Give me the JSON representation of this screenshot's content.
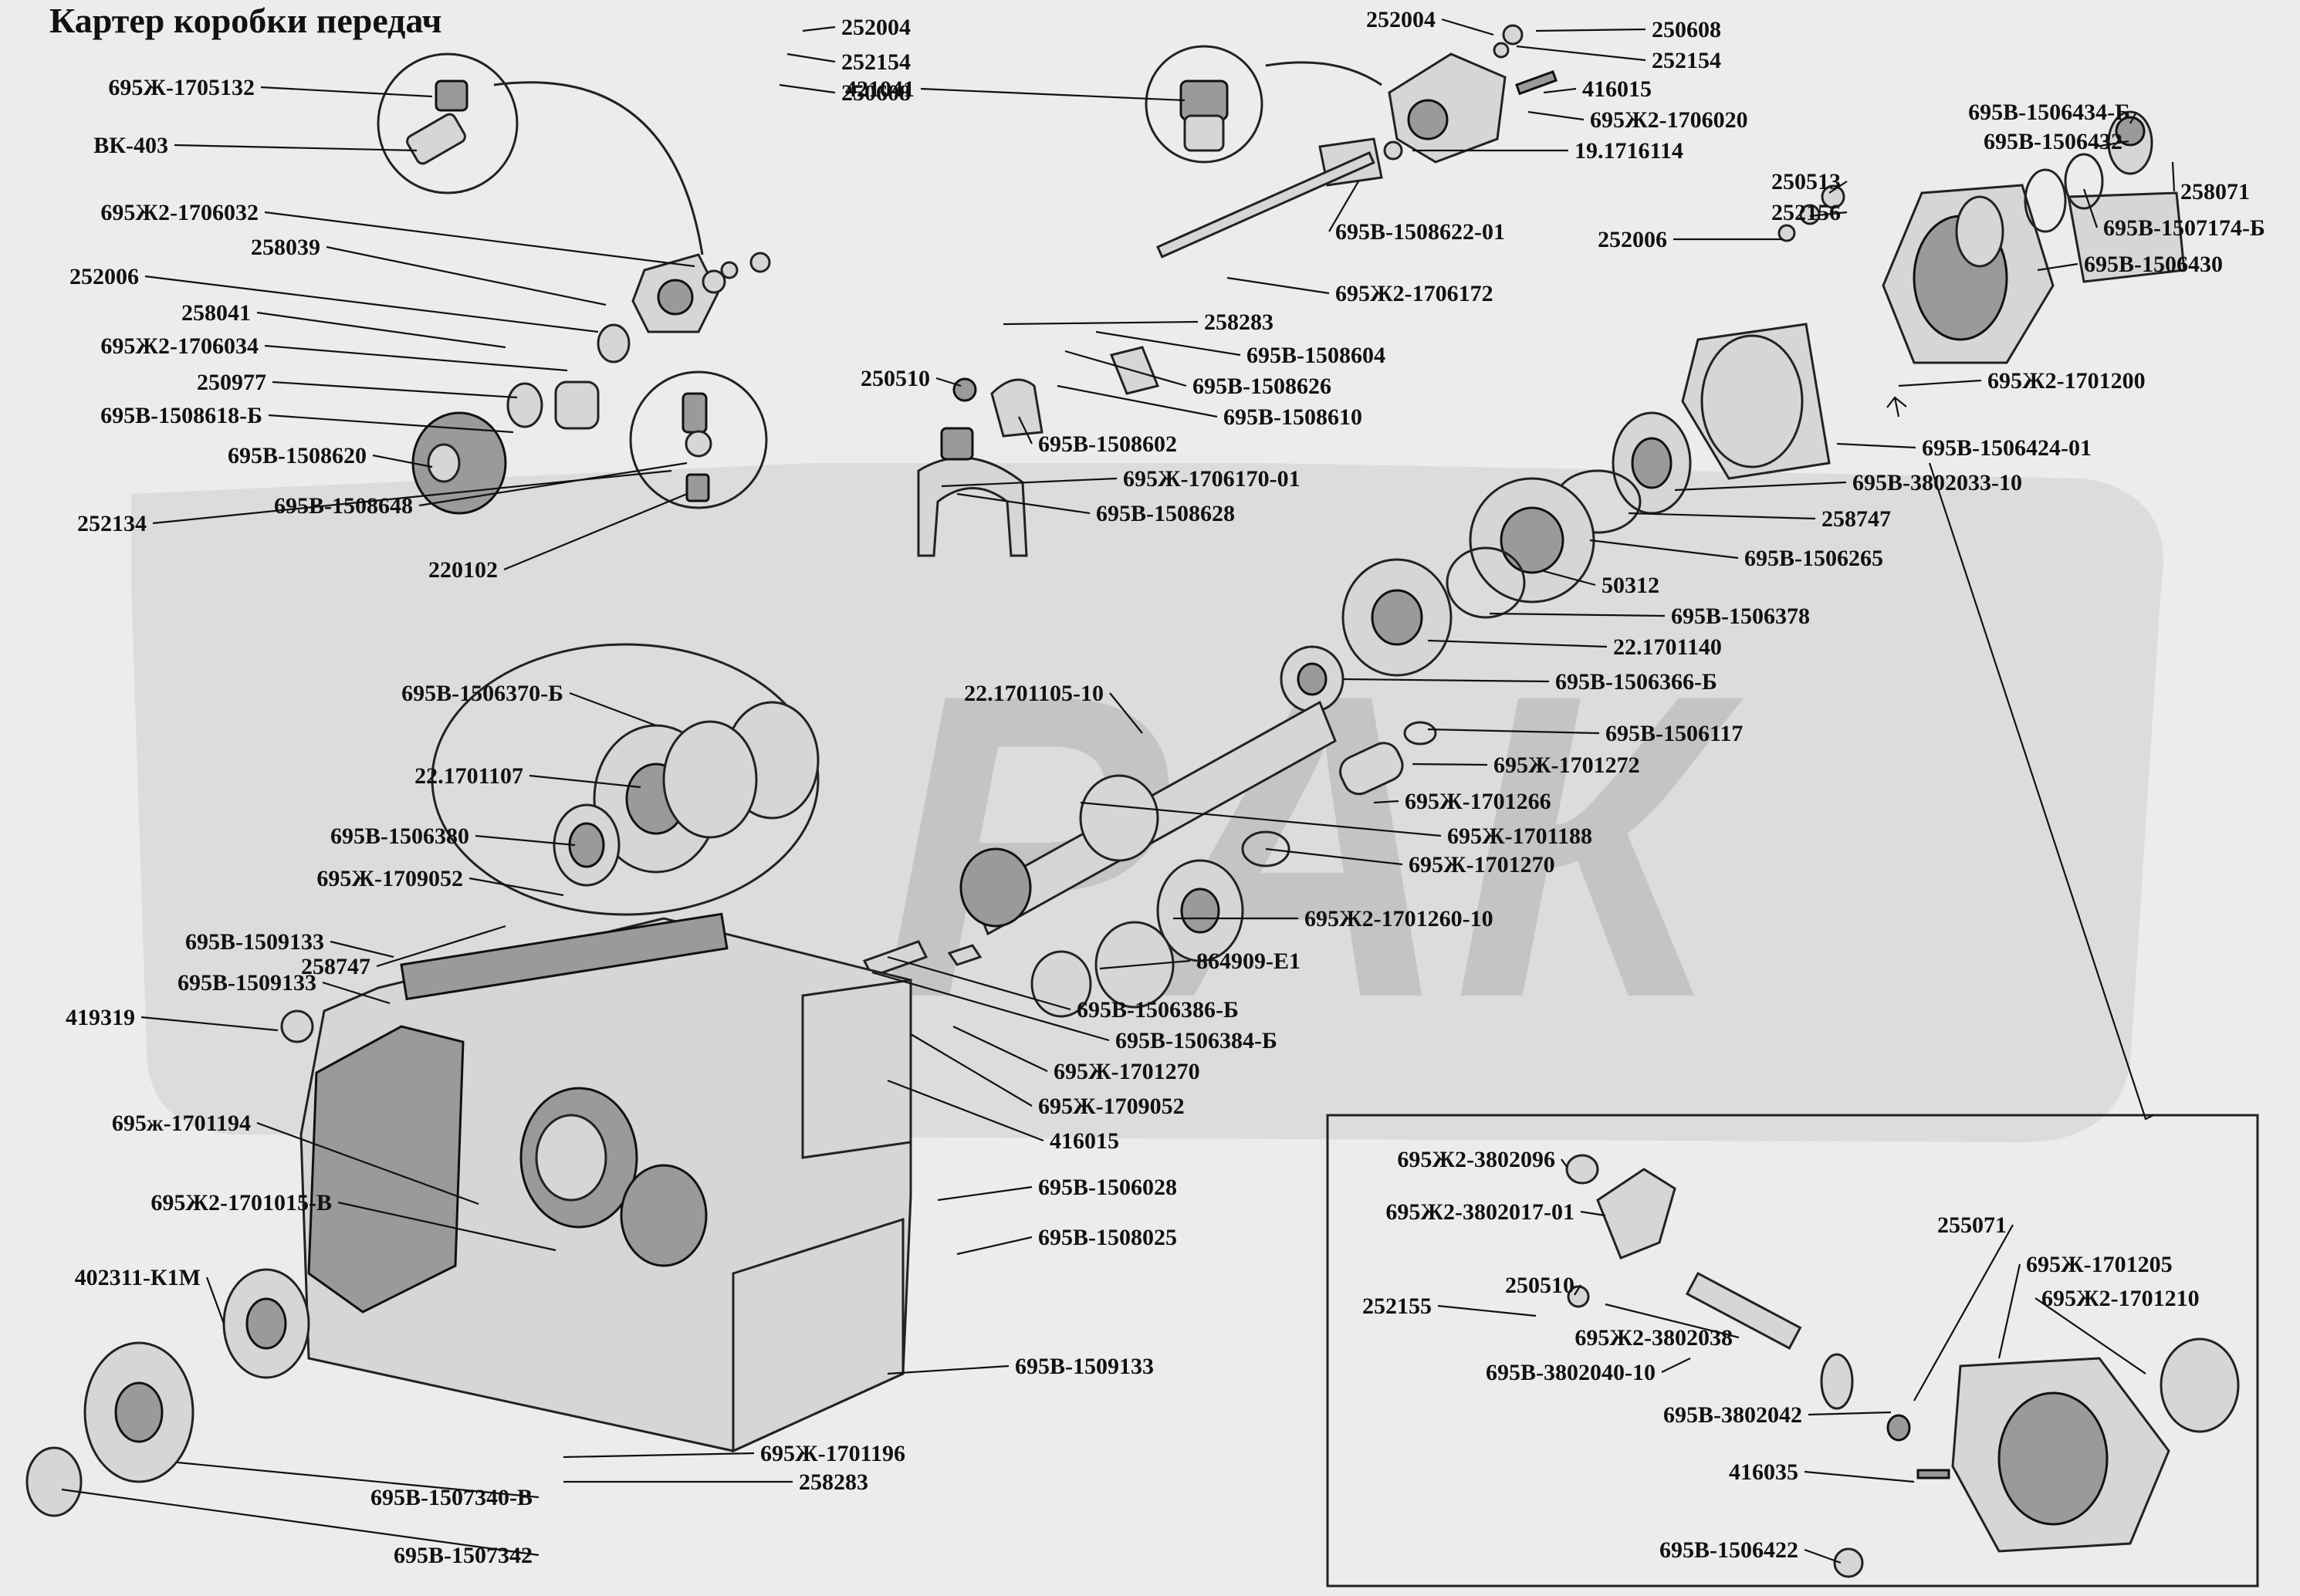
{
  "title": "Картер коробки передач",
  "watermark": "РАК",
  "colors": {
    "background": "#ececec",
    "watermark": "#c4c4c4",
    "ink": "#111111"
  },
  "labels": [
    "695Ж-1705132",
    "ВК-403",
    "695Ж2-1706032",
    "258039",
    "252006",
    "258041",
    "695Ж2-1706034",
    "250977",
    "695В-1508618-Б",
    "695В-1508620",
    "252134",
    "695В-1508648",
    "220102",
    "252004",
    "252154",
    "250608",
    "421041",
    "250510",
    "258283",
    "695В-1508604",
    "695В-1508626",
    "695В-1508610",
    "695В-1508602",
    "695Ж-1706170-01",
    "695В-1508628",
    "252004",
    "250608",
    "252154",
    "416015",
    "695Ж2-1706020",
    "19.1716114",
    "695В-1508622-01",
    "695Ж2-1706172",
    "250513",
    "252156",
    "252006",
    "695В-1506434-Б",
    "695В-1506432",
    "258071",
    "695В-1507174-Б",
    "695В-1506430",
    "695Ж2-1701200",
    "695В-1506424-01",
    "695В-3802033-10",
    "258747",
    "695В-1506265",
    "50312",
    "695В-1506378",
    "22.1701140",
    "695В-1506366-Б",
    "695В-1506117",
    "695Ж-1701272",
    "695Ж-1701266",
    "695Ж-1701188",
    "695Ж-1701270",
    "22.1701105-10",
    "695В-1506370-Б",
    "22.1701107",
    "695В-1506380",
    "695Ж-1709052",
    "695В-1509133",
    "258747",
    "695В-1509133",
    "419319",
    "695Ж2-1701260-10",
    "864909-Е1",
    "695В-1506386-Б",
    "695В-1506384-Б",
    "695Ж-1701270",
    "695Ж-1709052",
    "416015",
    "695ж-1701194",
    "695Ж2-1701015-В",
    "695В-1506028",
    "695В-1508025",
    "402311-К1М",
    "695В-1509133",
    "695Ж-1701196",
    "258283",
    "695В-1507340-В",
    "695В-1507342",
    "695Ж2-3802096",
    "695Ж2-3802017-01",
    "250510",
    "252155",
    "695Ж2-3802038",
    "695В-3802040-10",
    "695В-3802042",
    "416035",
    "695В-1506422",
    "255071",
    "695Ж-1701205",
    "695Ж2-1701210"
  ]
}
